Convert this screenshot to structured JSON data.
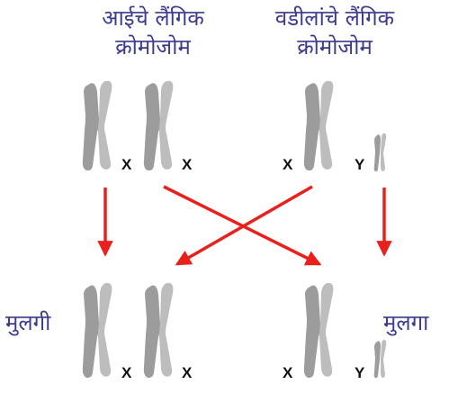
{
  "headings": {
    "mother_line1": "आईचे लैंगिक",
    "mother_line2": "क्रोमोजोम",
    "father_line1": "वडीलांचे लैंगिक",
    "father_line2": "क्रोमोजोम"
  },
  "labels": {
    "daughter": "मुलगी",
    "son": "मुलगा"
  },
  "chromosome_labels": {
    "mother_x1": "X",
    "mother_x2": "X",
    "father_x": "X",
    "father_y": "Y",
    "daughter_x1": "X",
    "daughter_x2": "X",
    "son_x": "X",
    "son_y": "Y"
  },
  "colors": {
    "text": "#3b3b8f",
    "chromosome_fill": "#9c9c9c",
    "chromosome_shade": "#bdbdbd",
    "arrow": "#e8211d",
    "letter": "#111111"
  }
}
